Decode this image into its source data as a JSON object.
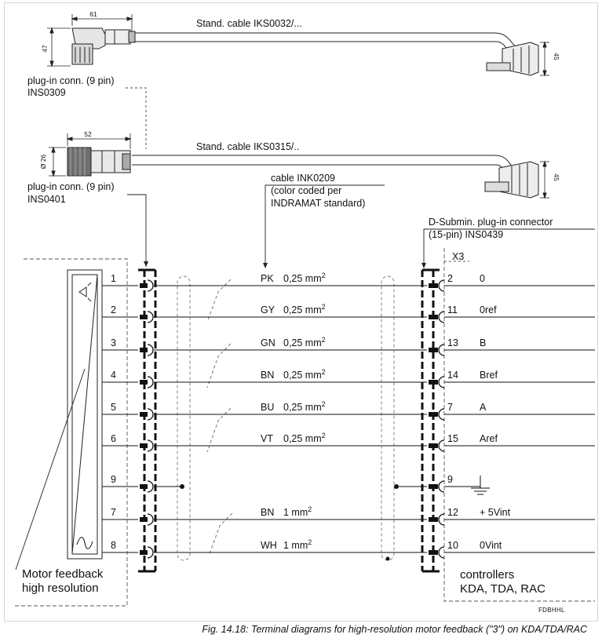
{
  "cables": {
    "upper_label": "Stand. cable IKS0032/...",
    "lower_label": "Stand. cable IKS0315/..",
    "connector_1": {
      "label_line1": "plug-in conn. (9 pin)",
      "label_line2": "INS0309",
      "dim_width": "61",
      "dim_height": "47"
    },
    "connector_2": {
      "label_line1": "plug-in conn. (9 pin)",
      "label_line2": "INS0401",
      "dim_width": "52",
      "dim_diameter": "Ø 26"
    },
    "dsub_dim_upper": "45",
    "dsub_dim_lower": "45"
  },
  "ink_cable": {
    "line1": "cable INK0209",
    "line2": "(color coded per",
    "line3": "INDRAMAT standard)"
  },
  "dsub_connector": {
    "line1": "D-Submin. plug-in connector",
    "line2": "(15-pin) INS0439",
    "terminal": "X3"
  },
  "wires": [
    {
      "left_pin": "1",
      "core": "PK",
      "size": "0,25 mm",
      "right_pin": "2",
      "signal": "0"
    },
    {
      "left_pin": "2",
      "core": "GY",
      "size": "0,25 mm",
      "right_pin": "11",
      "signal": "0ref"
    },
    {
      "left_pin": "3",
      "core": "GN",
      "size": "0,25 mm",
      "right_pin": "13",
      "signal": "B"
    },
    {
      "left_pin": "4",
      "core": "BN",
      "size": "0,25 mm",
      "right_pin": "14",
      "signal": "Bref"
    },
    {
      "left_pin": "5",
      "core": "BU",
      "size": "0,25 mm",
      "right_pin": "7",
      "signal": "A"
    },
    {
      "left_pin": "6",
      "core": "VT",
      "size": "0,25 mm",
      "right_pin": "15",
      "signal": "Aref"
    },
    {
      "left_pin": "9",
      "core": "",
      "size": "",
      "right_pin": "9",
      "signal": ""
    },
    {
      "left_pin": "7",
      "core": "BN",
      "size": "1 mm",
      "right_pin": "12",
      "signal": "+ 5Vint"
    },
    {
      "left_pin": "8",
      "core": "WH",
      "size": "1 mm",
      "right_pin": "10",
      "signal": "0Vint"
    }
  ],
  "size_exponent": "2",
  "motor": {
    "line1": "Motor feedback",
    "line2": "high resolution"
  },
  "controllers": {
    "line1": "controllers",
    "line2": "KDA, TDA, RAC"
  },
  "drawing_code": "FDBHHL",
  "caption": "Fig. 14.18: Terminal diagrams for high-resolution motor feedback (\"3\") on KDA/TDA/RAC",
  "icons": [
    "ground-icon",
    "sine-wave-icon",
    "encoder-arrow-icon"
  ]
}
